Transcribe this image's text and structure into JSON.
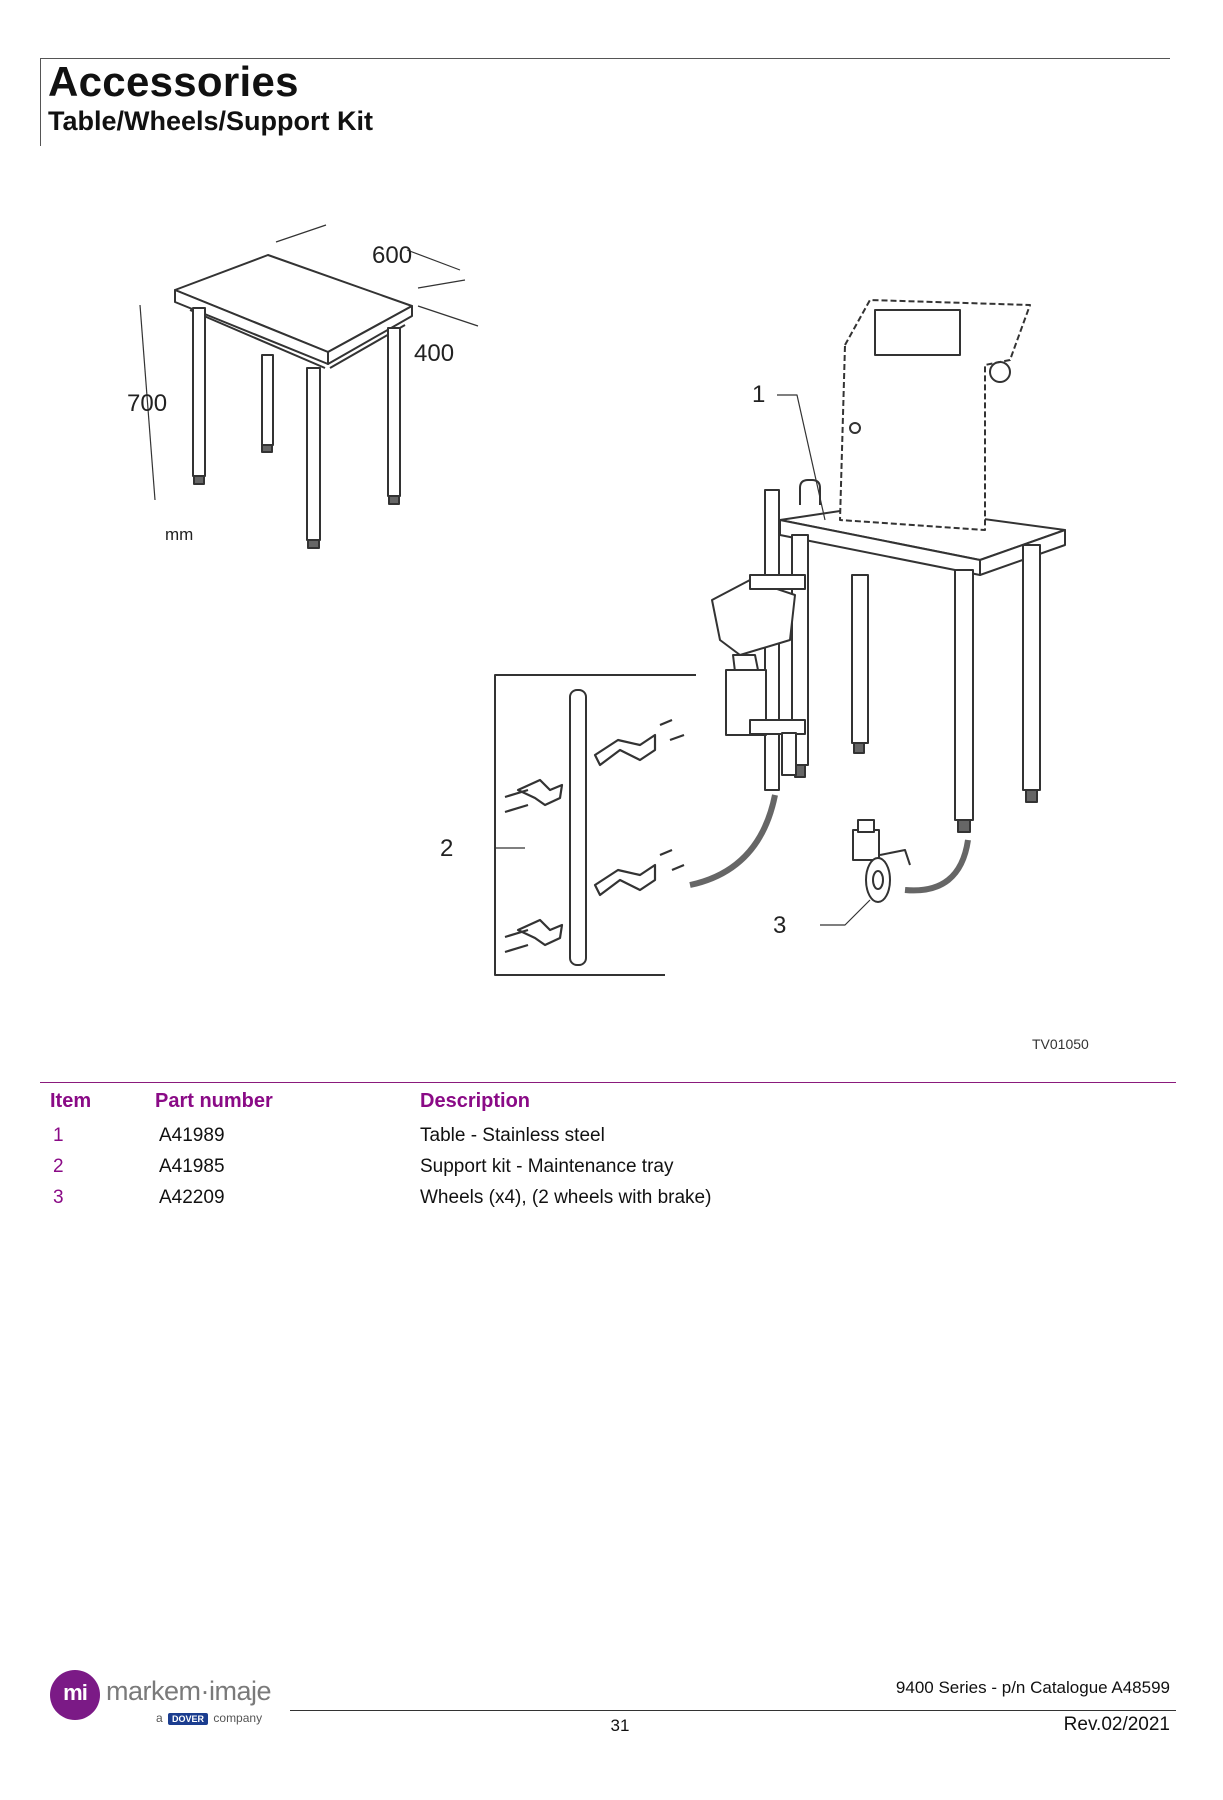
{
  "header": {
    "title": "Accessories",
    "subtitle": "Table/Wheels/Support Kit"
  },
  "figure": {
    "dim_width": "600",
    "dim_depth": "400",
    "dim_height": "700",
    "unit": "mm",
    "callout_1": "1",
    "callout_2": "2",
    "callout_3": "3",
    "ref_code": "TV01050"
  },
  "table": {
    "headers": {
      "item": "Item",
      "part": "Part number",
      "desc": "Description"
    },
    "rows": [
      {
        "item": "1",
        "part": "A41989",
        "desc": "Table - Stainless steel"
      },
      {
        "item": "2",
        "part": "A41985",
        "desc": "Support kit - Maintenance tray"
      },
      {
        "item": "3",
        "part": "A42209",
        "desc": "Wheels (x4), (2 wheels with brake)"
      }
    ]
  },
  "footer": {
    "logo_mark": "mi",
    "logo_text": "markem·imaje",
    "tag_a": "a",
    "tag_brand": "DOVER",
    "tag_company": "company",
    "series": "9400 Series - p/n Catalogue A48599",
    "page": "31",
    "rev": "Rev.02/2021"
  },
  "colors": {
    "accent": "#8a0a86",
    "logo": "#7b1a86",
    "dover": "#1b3d8f"
  }
}
